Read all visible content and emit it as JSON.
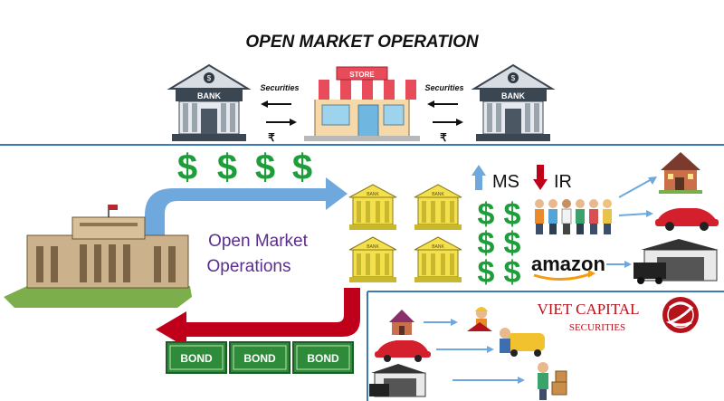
{
  "title": "OPEN MARKET OPERATION",
  "top_exchange": {
    "left_bank_label": "BANK",
    "right_bank_label": "BANK",
    "store_label": "STORE",
    "left_securities": "Securities",
    "right_securities": "Securities",
    "currency_symbol": "₹"
  },
  "center_label": {
    "line1": "Open Market",
    "line2": "Operations"
  },
  "bank_grid_label": "BANK",
  "bond_label": "BOND",
  "ms_label": "MS",
  "ir_label": "IR",
  "amazon_label": "amazon",
  "dollar_sign": "$",
  "brand": {
    "name_line": "VIET CAPITAL",
    "sub_line": "SECURITIES"
  },
  "colors": {
    "green": "#1f9d3a",
    "blue_arrow": "#6fa8dc",
    "red_arrow": "#c0001a",
    "bank_yellow": "#f4e04d",
    "divider": "#3b79b7",
    "brand_red": "#b5121b",
    "bond_green": "#2e8b3a"
  }
}
